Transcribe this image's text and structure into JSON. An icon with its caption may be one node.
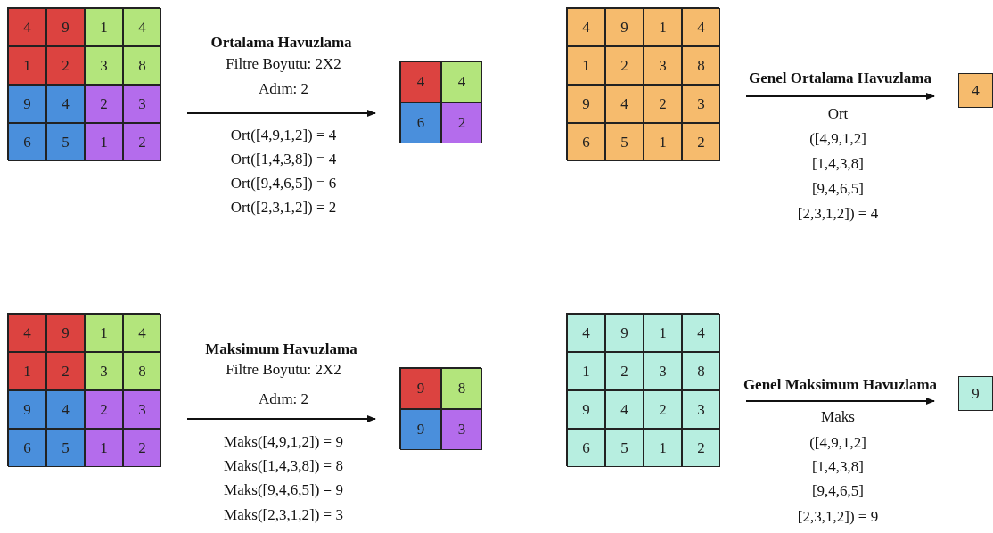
{
  "diagram": {
    "nodes": [
      {
        "text": [],
        "shape": "box"
      },
      {
        "text": [
          "4"
        ],
        "in": 0
      },
      {
        "text": [
          "9"
        ],
        "in": 0
      },
      {
        "text": [
          "1"
        ],
        "in": 0
      },
      {
        "text": [
          "4"
        ],
        "in": 0
      },
      {
        "text": [
          "1"
        ],
        "in": 0
      },
      {
        "text": [
          "2"
        ],
        "in": 0
      },
      {
        "text": [
          "3"
        ],
        "in": 0
      },
      {
        "text": [
          "8"
        ],
        "in": 0
      },
      {
        "text": [
          "9"
        ],
        "in": 0
      },
      {
        "text": [
          "4"
        ],
        "in": 0
      },
      {
        "text": [
          "2"
        ],
        "in": 0
      },
      {
        "text": [
          "3"
        ],
        "in": 0
      },
      {
        "text": [
          "6"
        ],
        "in": 0
      },
      {
        "text": [
          "5"
        ],
        "in": 0
      },
      {
        "text": [
          "1"
        ],
        "in": 0
      },
      {
        "text": [
          "2"
        ],
        "in": 0
      },
      {
        "text": [],
        "shape": "box"
      },
      {
        "text": [
          "4"
        ],
        "in": 17
      },
      {
        "text": [
          "4"
        ],
        "in": 17
      },
      {
        "text": [
          "6"
        ],
        "in": 17
      },
      {
        "text": [
          "2"
        ],
        "in": 17
      },
      {
        "text": [],
        "shape": "box"
      },
      {
        "text": [
          "4"
        ],
        "in": 22
      },
      {
        "text": [
          "9"
        ],
        "in": 22
      },
      {
        "text": [
          "1"
        ],
        "in": 22
      },
      {
        "text": [
          "4"
        ],
        "in": 22
      },
      {
        "text": [
          "1"
        ],
        "in": 22
      },
      {
        "text": [
          "2"
        ],
        "in": 22
      },
      {
        "text": [
          "3"
        ],
        "in": 22
      },
      {
        "text": [
          "8"
        ],
        "in": 22
      },
      {
        "text": [
          "9"
        ],
        "in": 22
      },
      {
        "text": [
          "4"
        ],
        "in": 22
      },
      {
        "text": [
          "2"
        ],
        "in": 22
      },
      {
        "text": [
          "3"
        ],
        "in": 22
      },
      {
        "text": [
          "6"
        ],
        "in": 22
      },
      {
        "text": [
          "5"
        ],
        "in": 22
      },
      {
        "text": [
          "1"
        ],
        "in": 22
      },
      {
        "text": [
          "2"
        ],
        "in": 22
      },
      {
        "text": [
          "4"
        ]
      },
      {
        "text": [],
        "shape": "box"
      },
      {
        "text": [
          "4"
        ],
        "in": 40
      },
      {
        "text": [
          "9"
        ],
        "in": 40
      },
      {
        "text": [
          "1"
        ],
        "in": 40
      },
      {
        "text": [
          "4"
        ],
        "in": 40
      },
      {
        "text": [
          "1"
        ],
        "in": 40
      },
      {
        "text": [
          "2"
        ],
        "in": 40
      },
      {
        "text": [
          "3"
        ],
        "in": 40
      },
      {
        "text": [
          "8"
        ],
        "in": 40
      },
      {
        "text": [
          "9"
        ],
        "in": 40
      },
      {
        "text": [
          "4"
        ],
        "in": 40
      },
      {
        "text": [
          "2"
        ],
        "in": 40
      },
      {
        "text": [
          "3"
        ],
        "in": 40
      },
      {
        "text": [
          "6"
        ],
        "in": 40
      },
      {
        "text": [
          "5"
        ],
        "in": 40
      },
      {
        "text": [
          "1"
        ],
        "in": 40
      },
      {
        "text": [
          "2"
        ],
        "in": 40
      },
      {
        "text": [],
        "shape": "box"
      },
      {
        "text": [
          "9"
        ],
        "in": 57
      },
      {
        "text": [
          "8"
        ],
        "in": 57
      },
      {
        "text": [
          "9"
        ],
        "in": 57
      },
      {
        "text": [
          "3"
        ],
        "in": 57
      },
      {
        "text": [],
        "shape": "box"
      },
      {
        "text": [
          "4"
        ],
        "in": 62
      },
      {
        "text": [
          "9"
        ],
        "in": 62
      },
      {
        "text": [
          "1"
        ],
        "in": 62
      },
      {
        "text": [
          "4"
        ],
        "in": 62
      },
      {
        "text": [
          "1"
        ],
        "in": 62
      },
      {
        "text": [
          "2"
        ],
        "in": 62
      },
      {
        "text": [
          "3"
        ],
        "in": 62
      },
      {
        "text": [
          "8"
        ],
        "in": 62
      },
      {
        "text": [
          "9"
        ],
        "in": 62
      },
      {
        "text": [
          "4"
        ],
        "in": 62
      },
      {
        "text": [
          "2"
        ],
        "in": 62
      },
      {
        "text": [
          "3"
        ],
        "in": 62
      },
      {
        "text": [
          "6"
        ],
        "in": 62
      },
      {
        "text": [
          "5"
        ],
        "in": 62
      },
      {
        "text": [
          "1"
        ],
        "in": 62
      },
      {
        "text": [
          "2"
        ],
        "in": 62
      },
      {
        "text": [
          "9"
        ]
      }
    ],
    "edges": [
      {
        "from": 0,
        "to": 17,
        "arrow": "to",
        "label": "Ortalama Havuzlama"
      },
      {
        "from": 22,
        "to": 39,
        "arrow": "to",
        "label": "Genel Ortalama Havuzlama"
      },
      {
        "from": 40,
        "to": 57,
        "arrow": "to",
        "label": "Maksimum Havuzlama"
      },
      {
        "from": 62,
        "to": 79,
        "arrow": "to",
        "label": "Genel Maksimum Havuzlama"
      }
    ],
    "labels": [
      "Filtre Boyutu: 2X2",
      "Adım: 2",
      "Ort([4,9,1,2]) = 4",
      "Ort([1,4,3,8]) = 4",
      "Ort([9,4,6,5]) = 6",
      "Ort([2,3,1,2]) = 2",
      "Ort",
      "([4,9,1,2]",
      "[1,4,3,8]",
      "[9,4,6,5]",
      "[2,3,1,2]) = 4",
      "Filtre Boyutu: 2X2",
      "Adım: 2",
      "Maks([4,9,1,2]) = 9",
      "Maks([1,4,3,8]) = 8",
      "Maks([9,4,6,5]) = 9",
      "Maks([2,3,1,2]) = 3",
      "Maks",
      "([4,9,1,2]",
      "[1,4,3,8]",
      "[9,4,6,5]",
      "[2,3,1,2]) = 9"
    ]
  }
}
